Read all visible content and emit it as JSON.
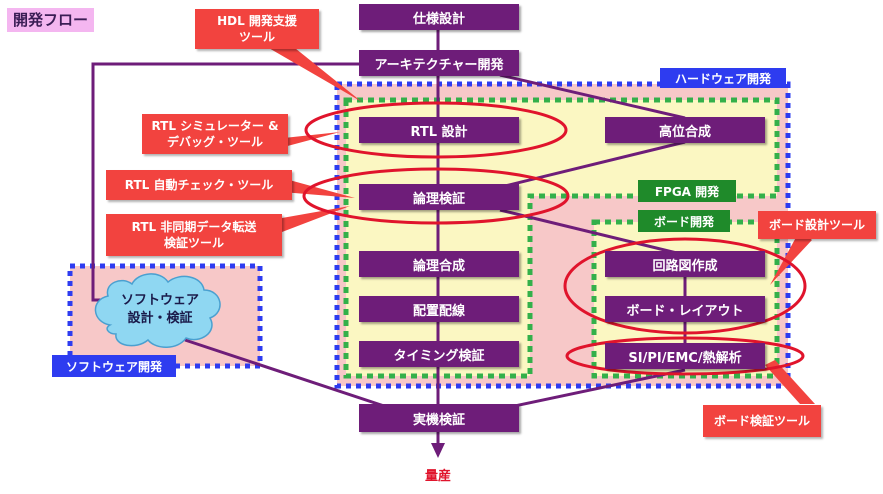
{
  "title": "開発フロー",
  "steps": {
    "spec": "仕様設計",
    "arch": "アーキテクチャー開発",
    "rtl": "RTL 設計",
    "hls": "高位合成",
    "logic_verify": "論理検証",
    "synthesis": "論理合成",
    "place_route": "配置配線",
    "timing": "タイミング検証",
    "schematic": "回路図作成",
    "layout": "ボード・レイアウト",
    "si": "SI/PI/EMC/熱解析",
    "real_verify": "実機検証"
  },
  "product": "量産",
  "regions": {
    "hardware": "ハードウェア開発",
    "fpga": "FPGA 開発",
    "board": "ボード開発",
    "software": "ソフトウェア開発"
  },
  "cloud": "ソフトウェア\n設計・検証",
  "callouts": {
    "hdl": "HDL 開発支援\nツール",
    "sim": "RTL シミュレーター &\nデバッグ・ツール",
    "check": "RTL 自動チェック・ツール",
    "async": "RTL 非同期データ転送\n検証ツール",
    "board_design": "ボード設計ツール",
    "board_verify": "ボード検証ツール"
  },
  "colors": {
    "step_purple": "#6e1d79",
    "callout_red": "#f2433f",
    "blue_dashed": "#2e3cf0",
    "green_dashed": "#33b04a",
    "pink_fill": "#f7c8c8",
    "yellow_fill": "#fbf7c2",
    "cloud_fill": "#8fd7f2",
    "ellipse_red": "#e0142c"
  }
}
